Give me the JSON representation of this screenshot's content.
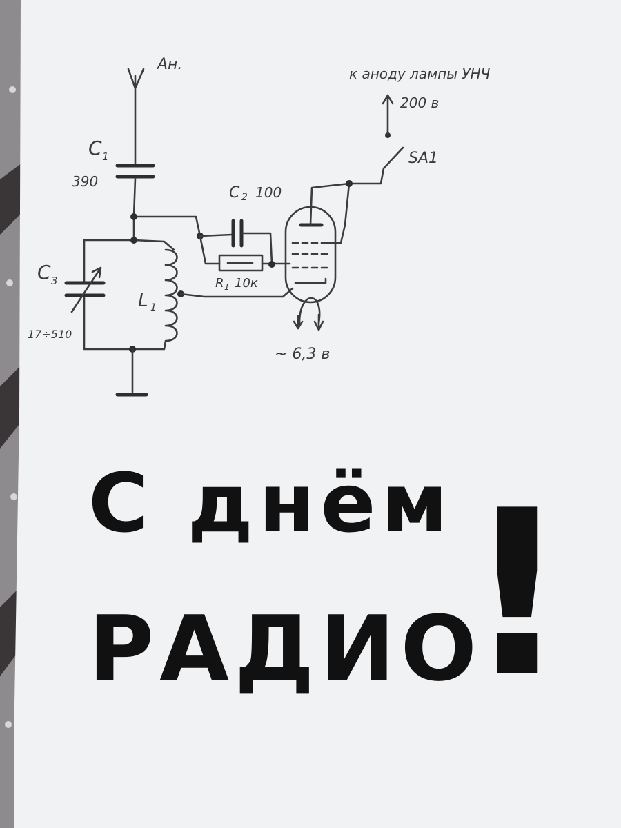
{
  "schematic": {
    "antenna_label": "Ан.",
    "c1_label": "C",
    "c1_sub": "1",
    "c1_value": "390",
    "c2_label": "C",
    "c2_sub": "2",
    "c2_value": "100",
    "c3_label": "C",
    "c3_sub": "3",
    "c3_value": "17÷510",
    "l1_label": "L",
    "l1_sub": "1",
    "r1_label": "R",
    "r1_sub": "1",
    "r1_value": "10к",
    "anode_note": "к аноду лампы УНЧ",
    "voltage_anode": "200 в",
    "switch_label": "SA1",
    "filament_voltage": "~ 6,3 в"
  },
  "greeting": {
    "line1": "С днём",
    "line2": "РАДИО",
    "mark": "!"
  },
  "colors": {
    "paper": "#f1f2f4",
    "ink": "#3c3c3c",
    "marker": "#111111",
    "background_fabric": "#8c8a8c"
  }
}
